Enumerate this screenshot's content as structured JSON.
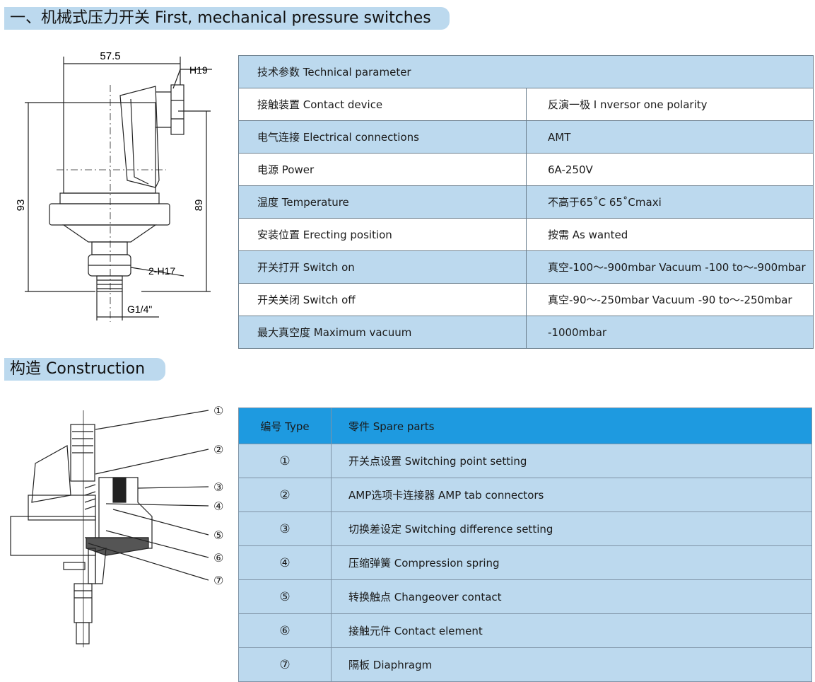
{
  "section1": {
    "title": "一、机械式压力开关  First, mechanical pressure switches"
  },
  "drawing1": {
    "dim_top": "57.5",
    "dim_h19": "H19",
    "dim_left": "93",
    "dim_right": "89",
    "dim_nut": "2-H17",
    "dim_thread": "G1/4\""
  },
  "spec": {
    "header": "技术参数  Technical parameter",
    "rows": [
      {
        "label": "接触装置  Contact device",
        "value": "反演一极  I nversor one polarity"
      },
      {
        "label": "电气连接  Electrical connections",
        "value": "AMT"
      },
      {
        "label": "电源  Power",
        "value": "6A-250V"
      },
      {
        "label": "温度  Temperature",
        "value": "不高于65˚C  65˚Cmaxi"
      },
      {
        "label": "安装位置  Erecting position",
        "value": "按需  As wanted"
      },
      {
        "label": "开关打开  Switch on",
        "value": "真空-100～-900mbar   Vacuum -100 to～-900mbar"
      },
      {
        "label": "开关关闭  Switch off",
        "value": "真空-90～-250mbar   Vacuum -90 to～-250mbar"
      },
      {
        "label": "最大真空度  Maximum vacuum",
        "value": "-1000mbar"
      }
    ]
  },
  "section2": {
    "title": "构造  Construction"
  },
  "drawing2": {
    "callouts": [
      "①",
      "②",
      "③",
      "④",
      "⑤",
      "⑥",
      "⑦"
    ]
  },
  "parts": {
    "col_type": "编号  Type",
    "col_parts": "零件  Spare parts",
    "rows": [
      {
        "num": "①",
        "name": "开关点设置 Switching point setting"
      },
      {
        "num": "②",
        "name": "AMP选项卡连接器 AMP tab connectors"
      },
      {
        "num": "③",
        "name": "切换差设定 Switching difference setting"
      },
      {
        "num": "④",
        "name": "压缩弹簧 Compression spring"
      },
      {
        "num": "⑤",
        "name": "转换触点 Changeover contact"
      },
      {
        "num": "⑥",
        "name": "接触元件 Contact element"
      },
      {
        "num": "⑦",
        "name": "隔板 Diaphragm"
      }
    ]
  }
}
